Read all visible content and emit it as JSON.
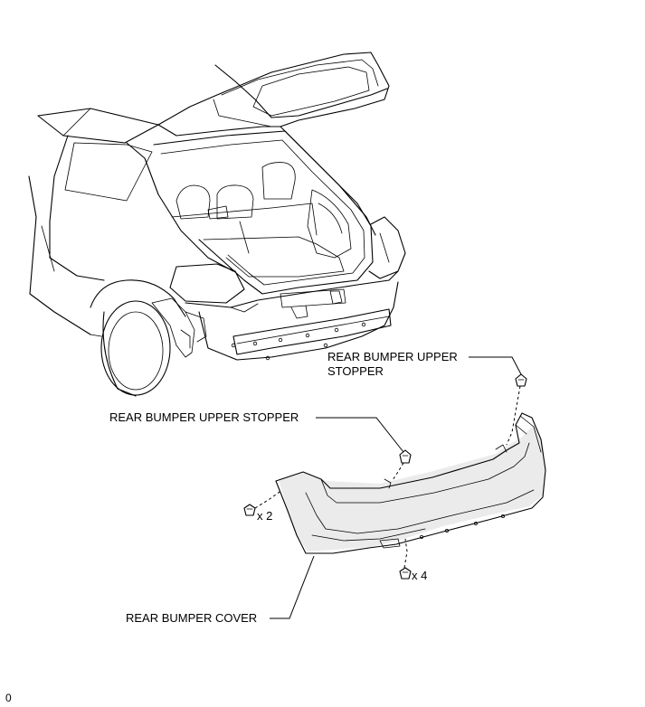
{
  "labels": {
    "upper_stopper_right_line1": "REAR BUMPER UPPER",
    "upper_stopper_right_line2": "STOPPER",
    "upper_stopper_left": "REAR BUMPER UPPER STOPPER",
    "bumper_cover": "REAR BUMPER COVER",
    "clip_qty_left": "x 2",
    "clip_qty_bottom": "x 4",
    "page_number": "0"
  }
}
